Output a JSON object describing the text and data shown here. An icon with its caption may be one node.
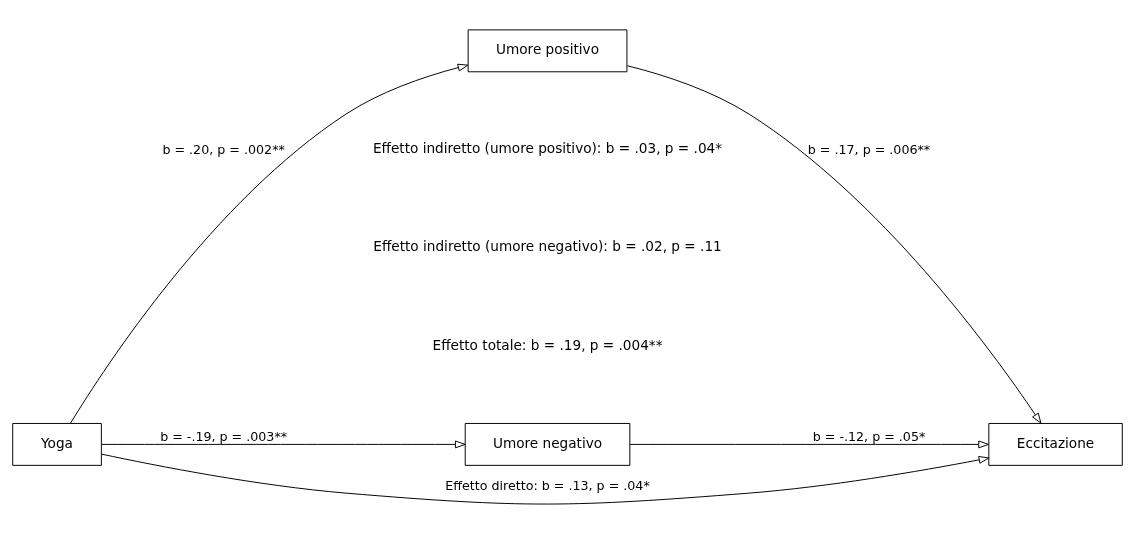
{
  "diagram": {
    "nodes": [
      {
        "text": [
          "Yoga"
        ]
      },
      {
        "text": [
          "Umore positivo"
        ]
      },
      {
        "text": [
          "Umore negativo"
        ]
      },
      {
        "text": [
          "Eccitazione"
        ]
      }
    ],
    "edges": [
      {
        "from": 0,
        "to": 1,
        "arrow": "to",
        "label": "b = .20, p = .002**"
      },
      {
        "from": 1,
        "to": 3,
        "arrow": "to",
        "label": "b = .17, p = .006**"
      },
      {
        "from": 0,
        "to": 3,
        "arrow": "to",
        "label": "Effetto diretto: b = .13, p = .04*"
      },
      {
        "from": 0,
        "to": 2,
        "arrow": "to",
        "label": "b = -.19, p = .003**"
      },
      {
        "from": 2,
        "to": 3,
        "arrow": "to",
        "label": "b = -.12, p = .05*"
      }
    ],
    "labels": [
      "Effetto indiretto (umore positivo): b = .03, p = .04*",
      "Effetto indiretto (umore negativo): b = .02, p = .11",
      "Effetto totale: b = .19, p = .004**"
    ]
  }
}
